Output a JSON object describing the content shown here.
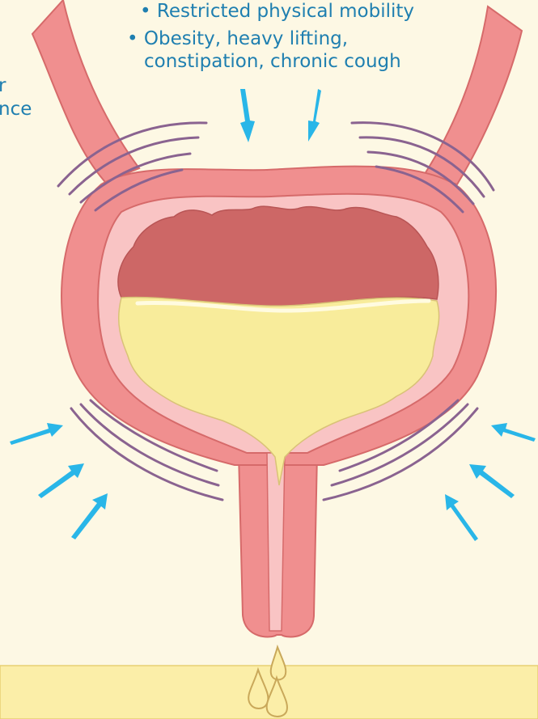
{
  "risk_factors": {
    "item1": "• Restricted physical mobility",
    "item2_line1": "• Obesity, heavy lifting,",
    "item2_line2": "constipation, chronic cough"
  },
  "cut_off_text": {
    "line1": "r",
    "line2": "nce"
  },
  "colors": {
    "background": "#fdf8e4",
    "floor": "#fbeea8",
    "bladder_wall": "#f08f8f",
    "wall_outline": "#d66a6a",
    "inner_lining": "#f9c4c4",
    "mucosa": "#cd6766",
    "urine": "#f8ec9b",
    "arrow": "#29b6e8",
    "pressure_lines": "#8a6390",
    "text": "#1f7fb0"
  },
  "icons": [
    "down-arrow-icon",
    "pressure-arrow-icon",
    "urine-drop-icon"
  ]
}
